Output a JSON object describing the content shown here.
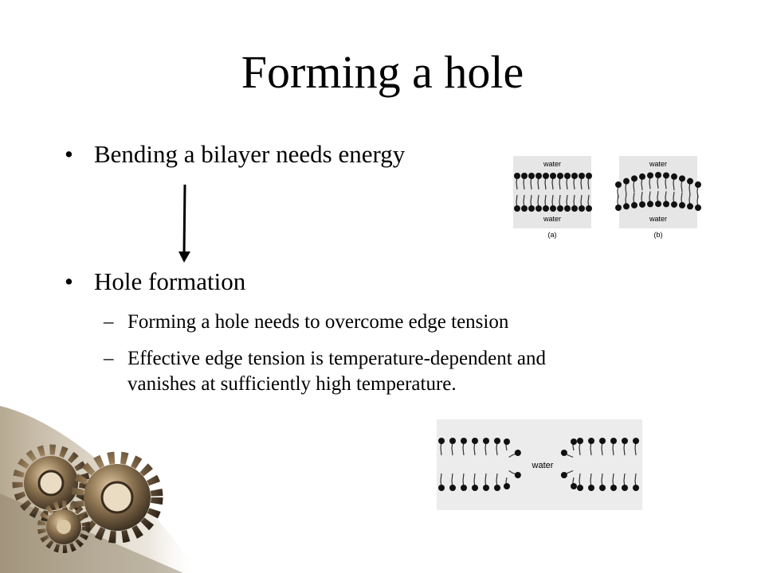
{
  "slide": {
    "title": "Forming a hole",
    "bullets": [
      {
        "text": "Bending a bilayer needs energy",
        "marker": "•"
      },
      {
        "text": "Hole formation",
        "marker": "•",
        "subbullets": [
          {
            "text": "Forming a hole needs to overcome edge tension",
            "marker": "–"
          },
          {
            "text": "Effective edge tension is temperature-dependent and",
            "text2": "vanishes at sufficiently high temperature.",
            "marker": "–"
          }
        ]
      }
    ]
  },
  "figure_bilayer": {
    "panel_a": {
      "top": "water",
      "bottom": "water",
      "caption": "(a)"
    },
    "panel_b": {
      "top": "water",
      "bottom": "water",
      "caption": "(b)"
    }
  },
  "figure_hole": {
    "label": "water"
  },
  "decor": {
    "icon": "gears-icon",
    "arrow": "down-arrow-icon"
  },
  "colors": {
    "text": "#000000",
    "background": "#ffffff"
  }
}
